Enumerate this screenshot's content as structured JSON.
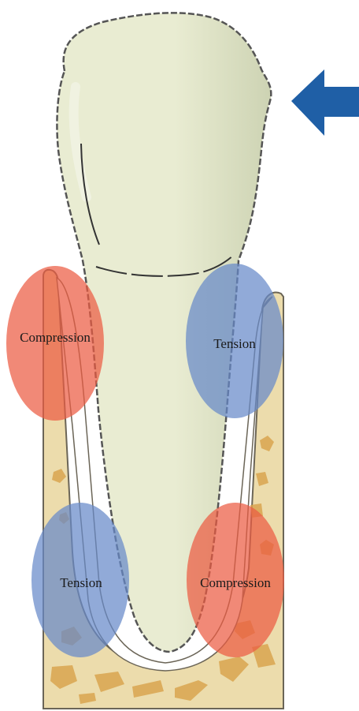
{
  "colors": {
    "bone": "#ecdcac",
    "bone_outline": "#6b6557",
    "tooth": "#e9ecd2",
    "tooth_shade": "#cdd3b3",
    "socket_gap": "#ffffff",
    "trabecula": "#d9a44f",
    "compression_zone": "#ec5b43",
    "tension_zone": "#6689c9",
    "force_arrow": "#1f5fa6",
    "label_text": "#1a1a1a"
  },
  "icons": {
    "force": "left-arrow-icon"
  },
  "zones": [
    {
      "key": "upper_left",
      "label": "Compression",
      "type": "compression"
    },
    {
      "key": "upper_right",
      "label": "Tension",
      "type": "tension"
    },
    {
      "key": "lower_left",
      "label": "Tension",
      "type": "tension"
    },
    {
      "key": "lower_right",
      "label": "Compression",
      "type": "compression"
    }
  ]
}
